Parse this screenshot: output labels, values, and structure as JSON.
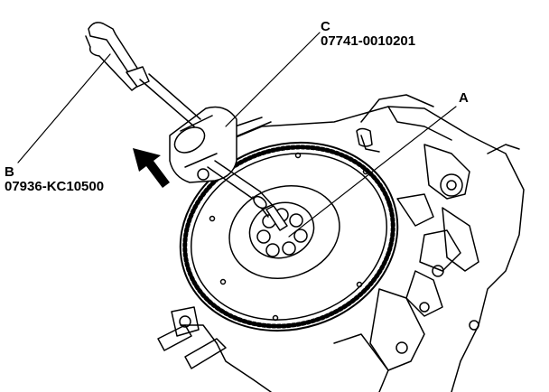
{
  "callouts": {
    "a": {
      "letter": "A"
    },
    "b": {
      "letter": "B",
      "part_number": "07936-KC10500"
    },
    "c": {
      "letter": "C",
      "part_number": "07741-0010201"
    }
  },
  "colors": {
    "ink": "#000000",
    "paper": "#ffffff"
  },
  "icons": [
    "direction-arrow-icon"
  ]
}
